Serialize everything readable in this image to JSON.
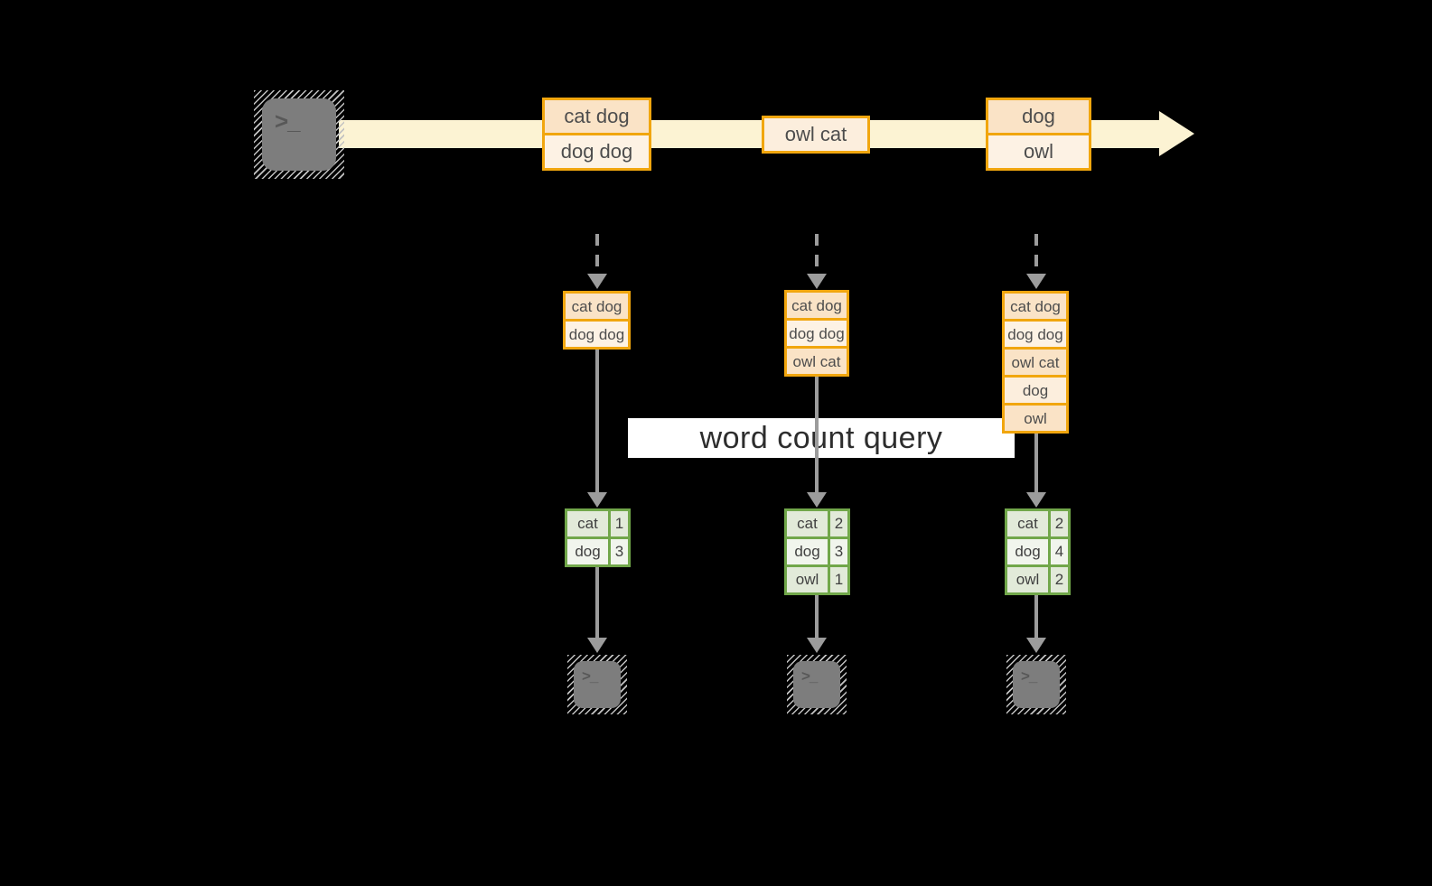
{
  "colors": {
    "background": "#000000",
    "stream_band": "#fcf3d3",
    "box_border": "#f1a60e",
    "peach": "#fae3c6",
    "cream": "#fdf2e4",
    "cream2": "#fceedd",
    "green_border": "#71a74a",
    "green_dark": "#e2ead9",
    "green_light": "#f1f5ed",
    "arrow_gray": "#9c9c9c",
    "query_bg": "#ffffff",
    "terminal_gray": "#7d7d7d",
    "text_dark": "#4d4d4d"
  },
  "terminals": {
    "prompt": ">_"
  },
  "stream": {
    "batch1": {
      "cell1": "cat dog",
      "cell2": "dog dog"
    },
    "batch2": {
      "cell1": "owl cat"
    },
    "batch3": {
      "cell1": "dog",
      "cell2": "owl"
    }
  },
  "query": {
    "label": "word count query"
  },
  "columns": [
    {
      "stack": [
        "cat dog",
        "dog dog"
      ],
      "result": [
        {
          "word": "cat",
          "count": "1"
        },
        {
          "word": "dog",
          "count": "3"
        }
      ]
    },
    {
      "stack": [
        "cat dog",
        "dog dog",
        "owl cat"
      ],
      "result": [
        {
          "word": "cat",
          "count": "2"
        },
        {
          "word": "dog",
          "count": "3"
        },
        {
          "word": "owl",
          "count": "1"
        }
      ]
    },
    {
      "stack": [
        "cat dog",
        "dog dog",
        "owl cat",
        "dog",
        "owl"
      ],
      "result": [
        {
          "word": "cat",
          "count": "2"
        },
        {
          "word": "dog",
          "count": "4"
        },
        {
          "word": "owl",
          "count": "2"
        }
      ]
    }
  ]
}
